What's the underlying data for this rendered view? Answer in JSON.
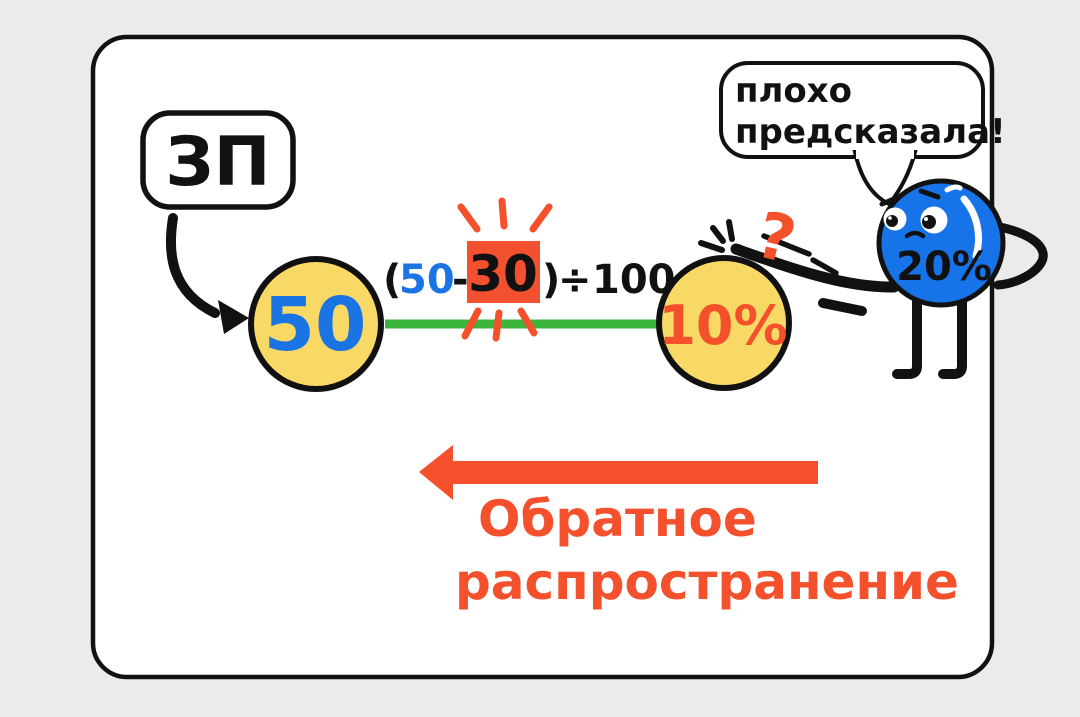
{
  "illustration": {
    "background_color": "#ebebeb",
    "card_color": "#ffffff",
    "outline_color": "#111111"
  },
  "palette": {
    "node_yellow": "#f8d965",
    "ball_blue": "#1673e8",
    "value_blue": "#1b74e4",
    "accent_red": "#f4502b",
    "highlight_red": "#f2502e",
    "link_green": "#3bb53b"
  },
  "loss_box": {
    "label": "ЗП"
  },
  "network": {
    "input_node": {
      "value": "50"
    },
    "output_node": {
      "value": "10%"
    },
    "target_ball": {
      "value": "20%"
    }
  },
  "formula": {
    "open_paren": "(",
    "minuend": "50",
    "minus": "-",
    "subtrahend": "30",
    "close_paren": ")",
    "divide_sign": "÷",
    "divisor": "100"
  },
  "question_mark": "?",
  "speech_bubble": {
    "line1": "плохо",
    "line2": "предсказала!"
  },
  "backprop_label": {
    "line1": "Обратное",
    "line2": "распространение"
  }
}
